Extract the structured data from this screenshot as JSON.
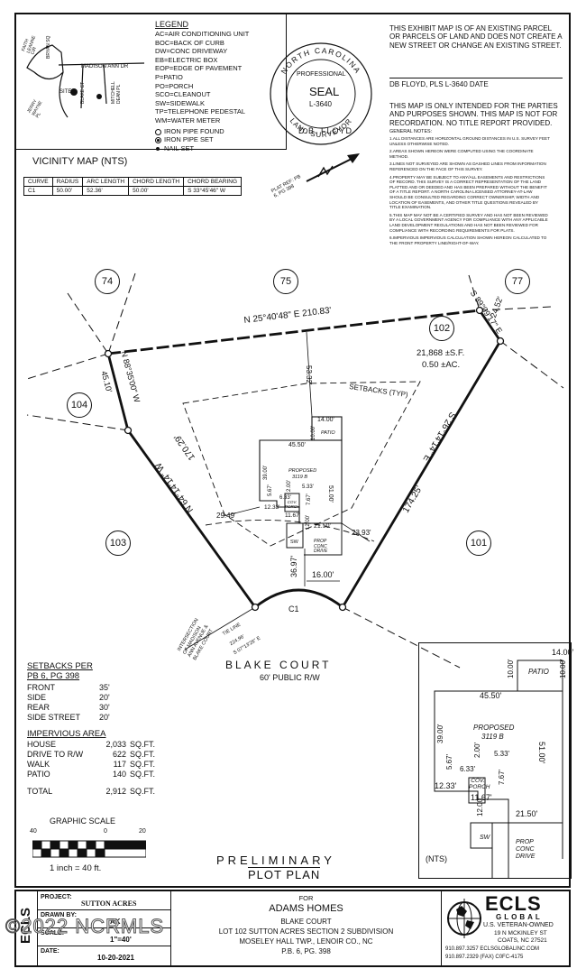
{
  "legend": {
    "title": "LEGEND",
    "items": [
      "AC=AIR CONDITIONING UNIT",
      "BOC=BACK OF CURB",
      "DW=CONC DRIVEWAY",
      "EB=ELECTRIC BOX",
      "EOP=EDGE OF PAVEMENT",
      "P=PATIO",
      "PO=PORCH",
      "SCO=CLEANOUT",
      "SW=SIDEWALK",
      "TP=TELEPHONE PEDESTAL",
      "WM=WATER METER"
    ],
    "symbols": [
      "IRON PIPE FOUND",
      "IRON PIPE SET",
      "NAIL SET"
    ]
  },
  "vicinity": {
    "title": "VICINITY MAP (NTS)",
    "labels": {
      "faith": "FAITH LEANNE CIR",
      "bryan": "BRYAN SQ",
      "madison": "MADISON ANN DR",
      "site": "SITE",
      "blake": "BLAKE CT",
      "mitchell": "MITCHELL DEAN PL",
      "jerry": "JERRY WAYNE PL"
    }
  },
  "seal": {
    "top": "NORTH CAROLINA",
    "profession": "PROFESSIONAL",
    "word": "SEAL",
    "number": "L-3640",
    "bottom1": "LAND SURVEYOR",
    "name": "D.B. FLOYD"
  },
  "plat_ref": "PLAT REF: PB 6, PG 398",
  "statements": {
    "exhibit": "THIS EXHIBIT MAP IS OF AN EXISTING PARCEL OR PARCELS OF LAND AND DOES NOT CREATE A NEW STREET OR CHANGE AN EXISTING STREET.",
    "signature": "DB FLOYD, PLS L-3640    DATE",
    "intended": "THIS MAP IS ONLY INTENDED FOR THE PARTIES AND PURPOSES SHOWN. THIS MAP IS NOT FOR RECORDATION. NO TITLE REPORT PROVIDED.",
    "notes_title": "GENERAL NOTES:",
    "notes": [
      "1.ALL DISTANCES ARE HORIZONTAL GROUND DISTANCES IN U.S. SURVEY FEET UNLESS OTHERWISE NOTED.",
      "2.AREAS SHOWN HEREON WERE COMPUTED USING THE COORDINATE METHOD.",
      "3.LINES NOT SURVEYED ARE SHOWN AS DASHED LINES FROM INFORMATION REFERENCED ON THE FACE OF THIS SURVEY.",
      "4.PROPERTY MAY BE SUBJECT TO ANY/ALL EASEMENTS AND RESTRICTIONS OF RECORD. THIS SURVEY IS A CORRECT REPRESENTATION OF THE LAND PLATTED AND OR DEEDED AND HAS BEEN PREPARED WITHOUT THE BENEFIT OF A TITLE REPORT. A NORTH CAROLINA LICENSED ATTORNEY-AT-LAW SHOULD BE CONSULTED REGARDING CORRECT OWNERSHIP, WIDTH AND LOCATION OF EASEMENTS, AND OTHER TITLE QUESTIONS REVEALED BY TITLE EXAMINATION.",
      "5.THIS MAP MAY NOT BE A CERTIFIED SURVEY AND HAS NOT BEEN REVIEWED BY A LOCAL GOVERNMENT AGENCY FOR COMPLIANCE WITH ANY APPLICABLE LAND DEVELOPMENT REGULATIONS AND HAS NOT BEEN REVIEWED FOR COMPLIANCE WITH RECORDING REQUIREMENTS FOR PLATS.",
      "6.IMPERVIOUS IMPERVIOUS CALCULATION SHOWN HEREON CALCULATED TO THE FRONT PROPERTY LINE/RIGHT-OF-WAY."
    ]
  },
  "curve_table": {
    "headers": [
      "CURVE",
      "RADIUS",
      "ARC LENGTH",
      "CHORD LENGTH",
      "CHORD BEARING"
    ],
    "rows": [
      [
        "C1",
        "50.00'",
        "52.36'",
        "50.00'",
        "S 33°45'46\" W"
      ]
    ]
  },
  "plan": {
    "lots": [
      "74",
      "75",
      "77",
      "104",
      "103",
      "101"
    ],
    "lot_number": "102",
    "area_sf": "21,868 ±S.F.",
    "area_ac": "0.50 ±AC.",
    "bearing_north": "N 25°40'48\" E  210.83'",
    "bearing_ne": "S 89°09'17\" E",
    "dist_ne": "24.52'",
    "bearing_west": "N 88°35'00\" W",
    "dist_west": "45.10'",
    "bearing_sw": "N 64°14'14\" W",
    "dist_sw": "170.29'",
    "bearing_se": "S 26°14'14\" E",
    "dist_se": "174.25'",
    "setbacks_label": "SETBACKS (TYP)",
    "dim_5332": "53.32'",
    "dim_patio_w": "14.00'",
    "dim_patio_h": "10.00'",
    "patio": "PATIO",
    "dim_house_w": "45.50'",
    "dim_39": "39.00'",
    "proposed": "PROPOSED",
    "model": "3119 B",
    "dim_51": "51.00'",
    "dim_2": "2.00'",
    "dim_533": "5.33'",
    "dim_567": "5.67'",
    "dim_633": "6.33'",
    "dim_767": "7.67'",
    "cov_porch": "COV. PORCH",
    "dim_1233": "12.33'",
    "dim_1167": "11.67'",
    "dim_12": "12.00'",
    "dim_2150": "21.50'",
    "dim_2949": "29.49'",
    "dim_2393": "23.93'",
    "sw": "SW",
    "prop_drive": "PROP CONC DRIVE",
    "dim_3697": "36.97'",
    "dim_16": "16.00'",
    "c1": "C1",
    "intersection": "INTERSECTION OF MADISON ANN AVENUE & BLAKE COURT",
    "tie_line": "TIE LINE",
    "tie_bearing": "S 07°13'26\" E",
    "tie_dist": "224.96'",
    "street": "BLAKE COURT",
    "row": "60' PUBLIC R/W"
  },
  "setbacks": {
    "title1": "SETBACKS PER",
    "title2": "PB 6, PG 398",
    "rows": [
      [
        "FRONT",
        "35'"
      ],
      [
        "SIDE",
        "20'"
      ],
      [
        "REAR",
        "30'"
      ],
      [
        "SIDE STREET",
        "20'"
      ]
    ]
  },
  "impervious": {
    "title": "IMPERVIOUS AREA",
    "rows": [
      [
        "HOUSE",
        "2,033",
        "SQ.FT."
      ],
      [
        "DRIVE TO R/W",
        "622",
        "SQ.FT."
      ],
      [
        "WALK",
        "117",
        "SQ.FT."
      ],
      [
        "PATIO",
        "140",
        "SQ.FT."
      ]
    ],
    "total": [
      "TOTAL",
      "2,912",
      "SQ.FT."
    ]
  },
  "scale": {
    "title": "GRAPHIC SCALE",
    "ticks": [
      "40",
      "0",
      "20"
    ],
    "caption": "1 inch = 40 ft."
  },
  "plan_title": {
    "line1": "PRELIMINARY",
    "line2": "PLOT PLAN"
  },
  "inset": {
    "nts": "(NTS)"
  },
  "title_block": {
    "project_label": "PROJECT:",
    "project": "SUTTON ACRES",
    "drawn_label": "DRAWN BY:",
    "drawn": "AK",
    "scale_label": "SCALE:",
    "scale": "1\"=40'",
    "date_label": "DATE:",
    "date": "10-20-2021",
    "for": "FOR",
    "client": "ADAMS HOMES",
    "line1": "BLAKE COURT",
    "line2": "LOT 102 SUTTON ACRES SECTION 2 SUBDIVISION",
    "line3": "MOSELEY HALL TWP., LENOIR CO., NC",
    "line4": "P.B. 6, PG. 398",
    "firm": "ECLS",
    "firm2": "GLOBAL",
    "veteran": "U.S. VETERAN-OWNED",
    "addr1": "19 N MCKINLEY ST",
    "addr2": "COATS, NC 27521",
    "phone1": "910.897.3257  ECLSGLOBALINC.COM",
    "phone2": "910.897.2329 (FAX)  C0FC-4175",
    "side_label": "ECLS",
    "watermark": "©2022 NCRMLS"
  }
}
